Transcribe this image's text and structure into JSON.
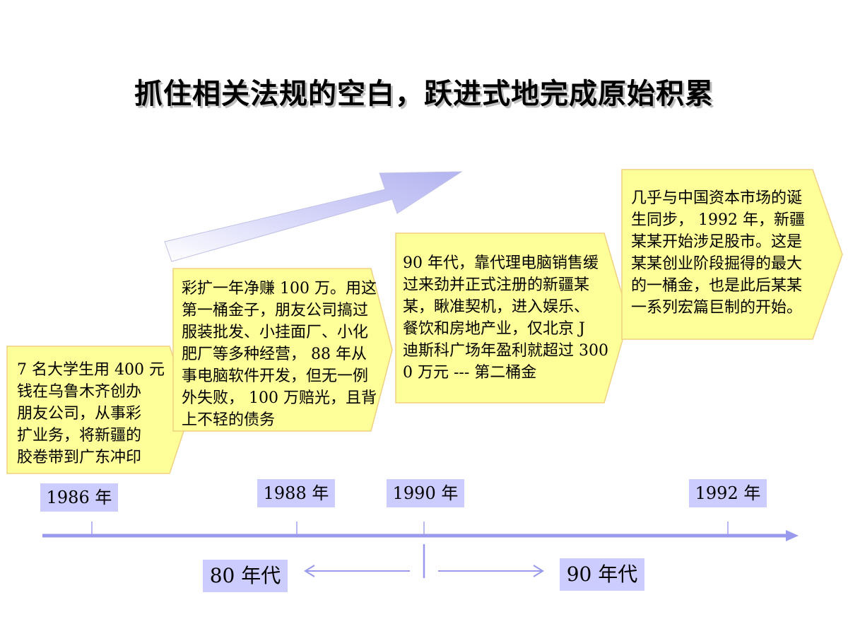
{
  "title": "抓住相关法规的空白，跃进式地完成原始积累",
  "events": [
    {
      "text": "7 名大学生用 400 元\n钱在乌鲁木齐创办\n朋友公司，从事彩\n扩业务，将新疆的\n胶卷带到广东冲印"
    },
    {
      "text": "彩扩一年净赚 100 万。用这\n第一桶金子，朋友公司搞过\n服装批发、小挂面厂、小化\n肥厂等多种经营， 88 年从\n事电脑软件开发，但无一例\n外失败， 100 万赔光，且背\n上不轻的债务"
    },
    {
      "text": "90 年代，靠代理电脑销售缓\n过来劲并正式注册的新疆某\n某，瞅准契机，进入娱乐、\n餐饮和房地产业，仅北京 J\n迪斯科广场年盈利就超过 300\n0 万元 --- 第二桶金"
    },
    {
      "text": "几乎与中国资本市场的诞\n生同步， 1992 年，新疆\n某某开始涉足股市。这是\n某某创业阶段掘得的最大\n的一桶金，也是此后某某\n一系列宏篇巨制的开始。"
    }
  ],
  "years": [
    "1986 年",
    "1988 年",
    "1990 年",
    "1992 年"
  ],
  "eras": [
    "80 年代",
    "90 年代"
  ],
  "colors": {
    "callout_fill": "#ffff99",
    "callout_stroke": "#f0d080",
    "accent": "#9999ee",
    "label_fill": "#ccccff",
    "arrow_fill": "#c8c8f8"
  }
}
